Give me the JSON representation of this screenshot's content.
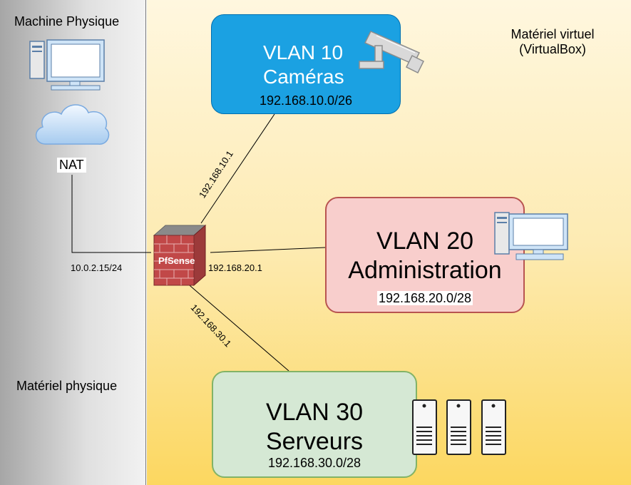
{
  "physical": {
    "machine_label": "Machine Physique",
    "nat_label": "NAT",
    "section_label": "Matériel physique",
    "wan_ip": "10.0.2.15/24"
  },
  "virtual": {
    "section_label_line1": "Matériel virtuel",
    "section_label_line2": "(VirtualBox)"
  },
  "firewall": {
    "label": "PfSense"
  },
  "vlans": [
    {
      "id_label": "VLAN 10",
      "name": "Caméras",
      "network": "192.168.10.0/26",
      "gateway": "192.168.10.1",
      "color": "#1ba1e2",
      "icon": "security-camera-icon"
    },
    {
      "id_label": "VLAN 20",
      "name": "Administration",
      "network": "192.168.20.0/28",
      "gateway": "192.168.20.1",
      "color": "#f8cecc",
      "icon": "desktop-computer-icon"
    },
    {
      "id_label": "VLAN 30",
      "name": "Serveurs",
      "network": "192.168.30.0/28",
      "gateway": "192.168.30.1",
      "color": "#d5e8d4",
      "icon": "server-icon"
    }
  ]
}
